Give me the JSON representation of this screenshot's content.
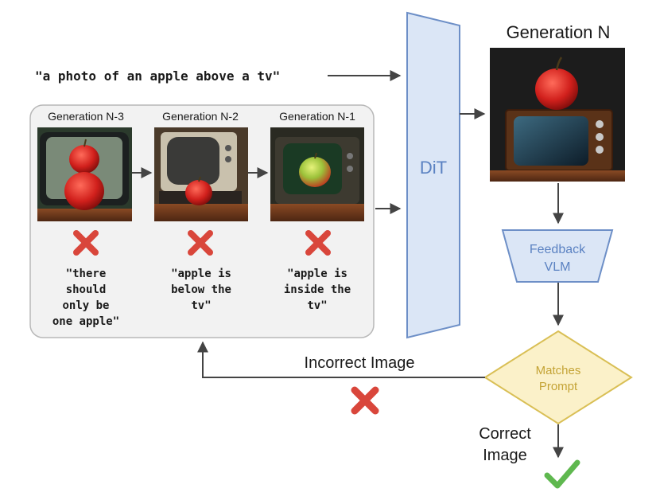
{
  "prompt": "\"a photo of an apple above a tv\"",
  "dit_label": "DiT",
  "output_title": "Generation N",
  "feedback_label_1": "Feedback",
  "feedback_label_2": "VLM",
  "decision_label_1": "Matches",
  "decision_label_2": "Prompt",
  "incorrect_label": "Incorrect Image",
  "correct_label_1": "Correct",
  "correct_label_2": "Image",
  "history": [
    {
      "title": "Generation N-3",
      "feedback": [
        "\"there",
        "should",
        "only be",
        "one apple\""
      ]
    },
    {
      "title": "Generation N-2",
      "feedback": [
        "\"apple is",
        "below the",
        "tv\""
      ]
    },
    {
      "title": "Generation N-1",
      "feedback": [
        "\"apple is",
        "inside the",
        "tv\""
      ]
    }
  ],
  "colors": {
    "dit_fill": "#dbe6f6",
    "dit_stroke": "#6d8fc7",
    "dit_text": "#5b82c2",
    "feedback_fill": "#dbe6f6",
    "decision_fill": "#fbf1c9",
    "decision_stroke": "#d9bf55",
    "decision_text": "#c4a335",
    "cross": "#d9463b",
    "check": "#5fb84f",
    "panel_fill": "#f2f2f2",
    "panel_stroke": "#b8b8b8",
    "arrow": "#444444"
  }
}
